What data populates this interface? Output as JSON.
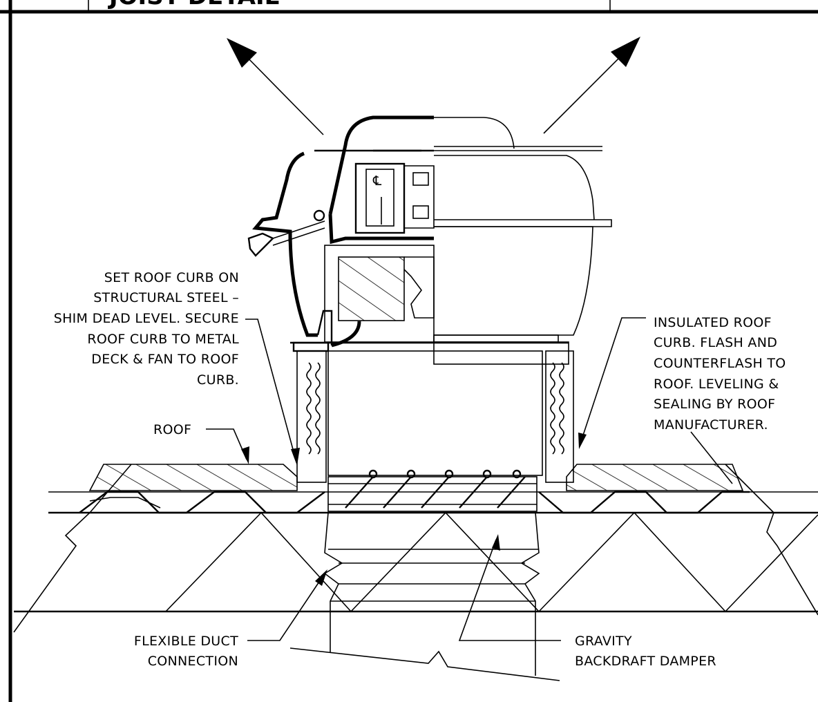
{
  "title": "JOIST DETAIL",
  "labels": {
    "set_roof_curb": [
      "SET ROOF CURB ON",
      "STRUCTURAL STEEL –",
      "SHIM DEAD LEVEL. SECURE",
      "ROOF CURB TO METAL",
      "DECK & FAN TO ROOF",
      "CURB."
    ],
    "insulated_roof_curb": [
      "INSULATED ROOF",
      "CURB. FLASH AND",
      "COUNTERFLASH TO",
      "ROOF. LEVELING &",
      "SEALING BY ROOF",
      "MANUFACTURER."
    ],
    "roof": "ROOF",
    "flexible_duct": [
      "FLEXIBLE DUCT",
      "CONNECTION"
    ],
    "gravity_damper": [
      "GRAVITY",
      "BACKDRAFT DAMPER"
    ],
    "centerline": "℄"
  }
}
